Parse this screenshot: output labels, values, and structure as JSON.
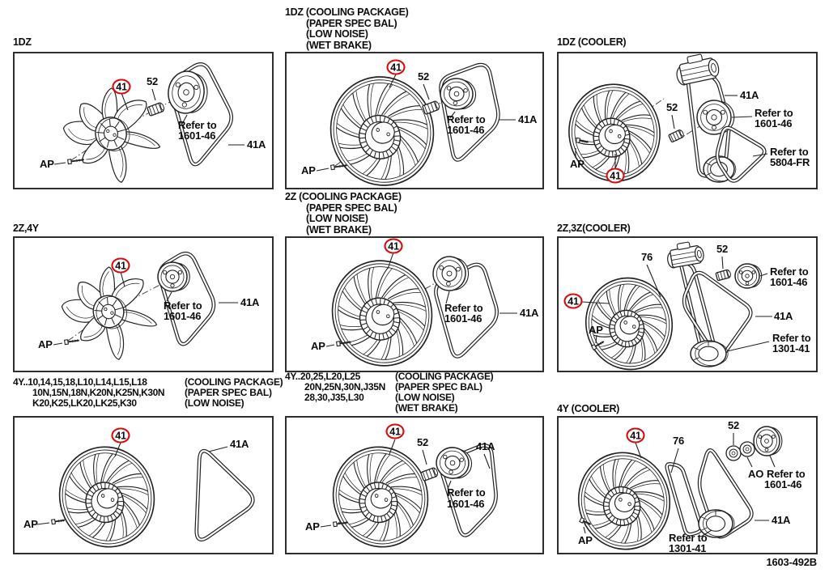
{
  "doc": {
    "page_code": "1603-492B"
  },
  "panels": [
    {
      "id": "1dz",
      "title": "1DZ",
      "labels": {
        "n41": "41",
        "n52": "52",
        "n41a": "41A",
        "ap": "AP",
        "ref1a": "Refer to",
        "ref1b": "1601-46"
      }
    },
    {
      "id": "1dz-cooling-package",
      "title_lines": [
        "1DZ (COOLING PACKAGE)",
        "(PAPER SPEC BAL)",
        "(LOW NOISE)",
        "(WET BRAKE)"
      ],
      "labels": {
        "n41": "41",
        "n52": "52",
        "n41a": "41A",
        "ap": "AP",
        "ref1a": "Refer to",
        "ref1b": "1601-46"
      }
    },
    {
      "id": "1dz-cooler",
      "title": "1DZ (COOLER)",
      "labels": {
        "n41": "41",
        "n52": "52",
        "n41a": "41A",
        "ap": "AP",
        "ref1a": "Refer to",
        "ref1b": "1601-46",
        "ref2a": "Refer to",
        "ref2b": "5804-FR"
      }
    },
    {
      "id": "2z-4y",
      "title": "2Z,4Y",
      "labels": {
        "n41": "41",
        "n41a": "41A",
        "ap": "AP",
        "ref1a": "Refer to",
        "ref1b": "1601-46"
      }
    },
    {
      "id": "2z-cooling-package",
      "title_lines": [
        "2Z (COOLING PACKAGE)",
        "(PAPER SPEC BAL)",
        "(LOW NOISE)",
        "(WET BRAKE)"
      ],
      "labels": {
        "n41": "41",
        "n41a": "41A",
        "ap": "AP",
        "ref1a": "Refer to",
        "ref1b": "1601-46"
      }
    },
    {
      "id": "2z-3z-cooler",
      "title": "2Z,3Z(COOLER)",
      "labels": {
        "n41": "41",
        "n52": "52",
        "n76": "76",
        "n41a": "41A",
        "ap": "AP",
        "ref1a": "Refer to",
        "ref1b": "1601-46",
        "ref2a": "Refer to",
        "ref2b": "1301-41"
      }
    },
    {
      "id": "4y-small",
      "caption_left": [
        "4Y..10,14,15,18,L10,L14,L15,L18",
        "10N,15N,18N,K20N,K25N,K30N",
        "K20,K25,LK20,LK25,K30"
      ],
      "caption_right": [
        "(COOLING PACKAGE)",
        "(PAPER SPEC BAL)",
        "(LOW NOISE)"
      ],
      "labels": {
        "n41": "41",
        "n41a": "41A",
        "ap": "AP"
      }
    },
    {
      "id": "4y-large",
      "caption_left": [
        "4Y..20,25,L20,L25",
        "20N,25N,30N,J35N",
        "28,30,J35,L30"
      ],
      "caption_right": [
        "(COOLING PACKAGE)",
        "(PAPER SPEC BAL)",
        "(LOW NOISE)",
        "(WET BRAKE)"
      ],
      "labels": {
        "n41": "41",
        "n52": "52",
        "n41a": "41A",
        "ap": "AP",
        "ref1a": "Refer to",
        "ref1b": "1601-46"
      }
    },
    {
      "id": "4y-cooler",
      "title": "4Y (COOLER)",
      "labels": {
        "n41": "41",
        "n52": "52",
        "n76": "76",
        "ao": "AO",
        "n41a": "41A",
        "ap": "AP",
        "ref1a": "Refer to",
        "ref1b": "1601-46",
        "ref2a": "Refer to",
        "ref2b": "1301-41"
      }
    }
  ]
}
